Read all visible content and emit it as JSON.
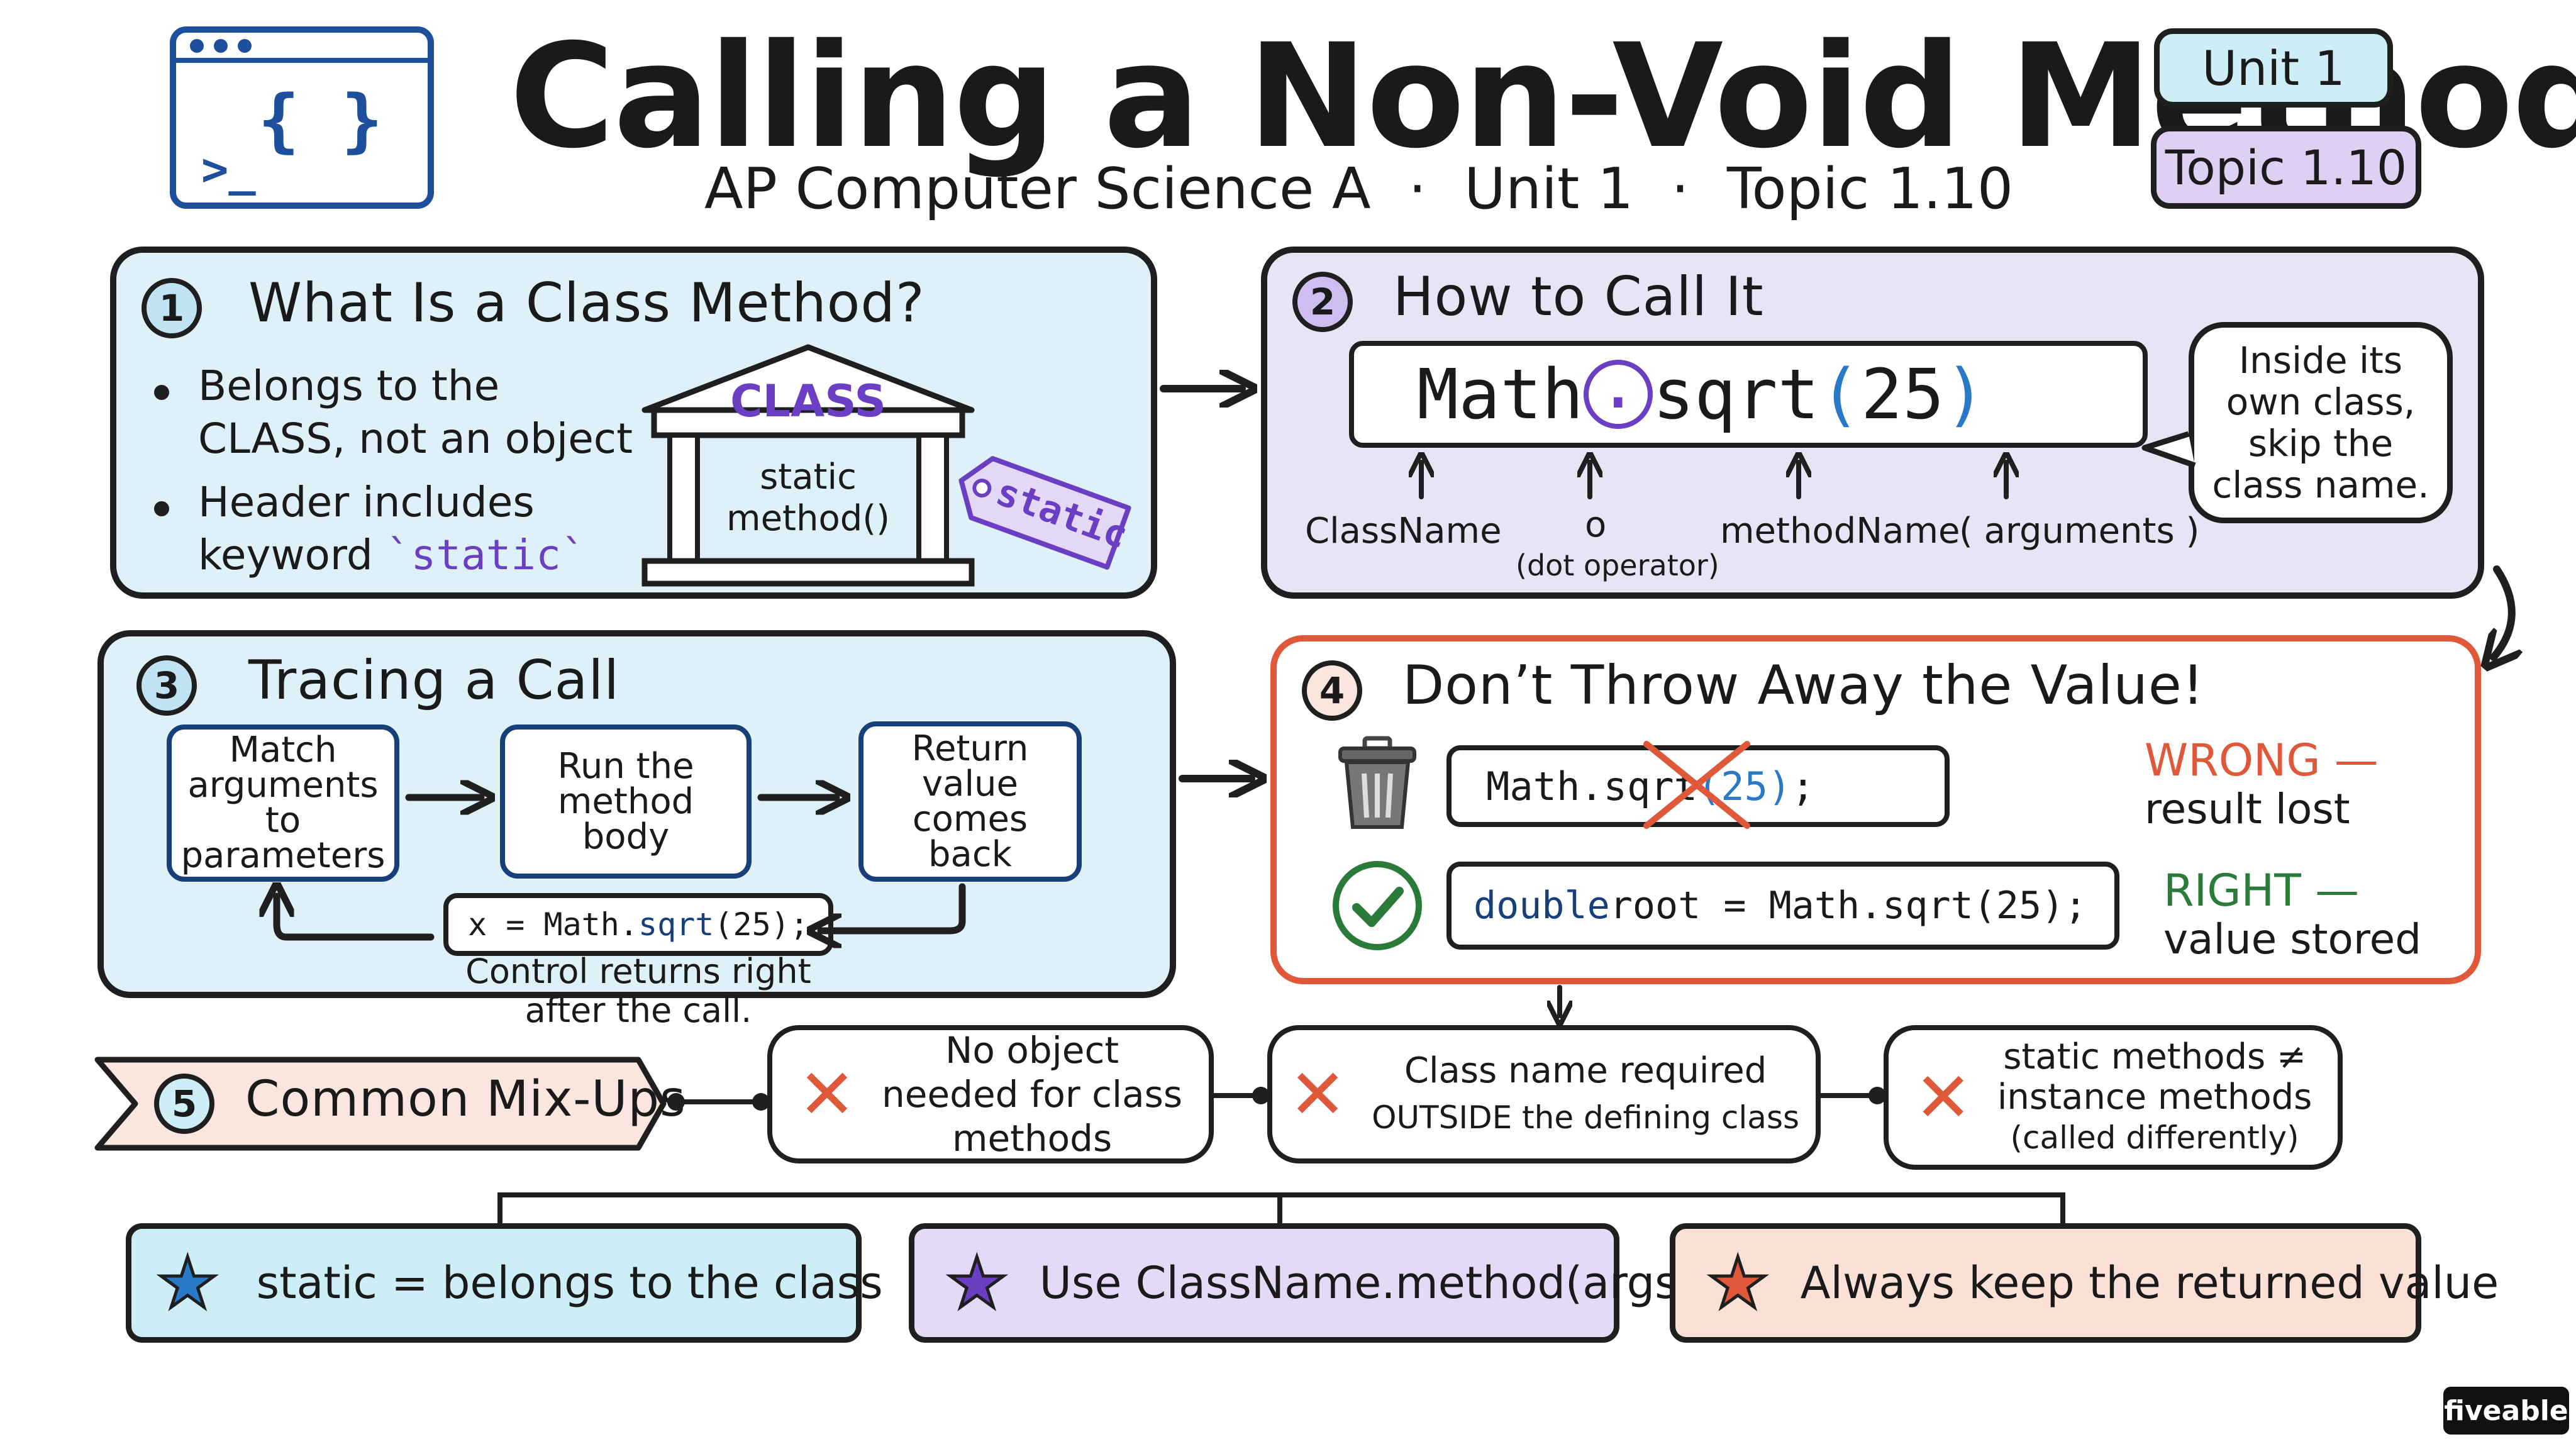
{
  "header": {
    "title": "Calling a Non-Void Method",
    "subtitle_course": "AP Computer Science A",
    "subtitle_sep": "·",
    "subtitle_unit": "Unit 1",
    "subtitle_topic": "Topic 1.10",
    "badge_unit": "Unit 1",
    "badge_topic": "Topic 1.10",
    "icon_braces": "{ }",
    "icon_prompt": ">_"
  },
  "section1": {
    "num": "1",
    "title": "What Is a Class Method?",
    "bullet1": "Belongs to the CLASS, not an object",
    "bullet2_pre": "Header includes keyword ",
    "bullet2_code": "`static`",
    "building_title": "CLASS",
    "building_body": "static method()",
    "tag": "static"
  },
  "section2": {
    "num": "2",
    "title": "How to Call It",
    "code_class": "Math",
    "code_dot": ".",
    "code_method": "sqrt",
    "code_open": "(",
    "code_arg": "25",
    "code_close": ")",
    "label_class": "ClassName",
    "label_dot": "o",
    "label_dot_note": "(dot operator)",
    "label_method": "methodName",
    "label_args": "( arguments )",
    "bubble": "Inside its own class, skip the class name."
  },
  "section3": {
    "num": "3",
    "title": "Tracing a Call",
    "step1": "Match arguments to parameters",
    "step2": "Run the method body",
    "step3": "Return value comes back",
    "code_pre": "x = Math.",
    "code_method": "sqrt",
    "code_post": "(25);",
    "caption": "Control returns right after the call."
  },
  "section4": {
    "num": "4",
    "title": "Don’t Throw Away the Value!",
    "wrong_code_pre": "Math.sq",
    "wrong_code_strike": "rt",
    "wrong_code_args": "(25)",
    "wrong_code_end": ";",
    "wrong_label": "WRONG —",
    "wrong_note": "result lost",
    "right_code_type": "double",
    "right_code_rest": " root = Math.sqrt(25);",
    "right_label": "RIGHT —",
    "right_note": "value stored"
  },
  "section5": {
    "num": "5",
    "title": "Common Mix-Ups",
    "mixup1": "No object needed for class methods",
    "mixup2_line1": "Class name required",
    "mixup2_line2": "OUTSIDE the defining class",
    "mixup3_line1": "static methods ≠",
    "mixup3_line2": "instance methods",
    "mixup3_line3": "(called differently)"
  },
  "takeaways": [
    {
      "text": "static = belongs to the class",
      "color": "#2a78c8"
    },
    {
      "text": "Use ClassName.method(args)",
      "color": "#6b3fc4"
    },
    {
      "text": "Always keep the returned value",
      "color": "#e0583a"
    }
  ],
  "brand": "fiveable",
  "colors": {
    "blue_panel": "#def1f8",
    "purple_panel": "#e9e3f6",
    "peach_panel": "#fbe6df",
    "wrong_red": "#e0583a",
    "right_green": "#2a7a3a",
    "code_blue": "#2a78c8",
    "code_purple": "#6b3fc4",
    "code_navy": "#173f7a"
  }
}
